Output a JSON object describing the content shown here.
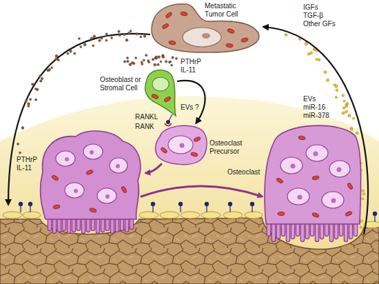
{
  "diagram": {
    "nodes": [
      {
        "text": [
          "Metastatic Tumor Cell"
        ]
      },
      {
        "text": [
          "Osteoblast or Stromal Cell"
        ]
      },
      {
        "text": [
          "Osteoclast Precursor"
        ]
      },
      {
        "text": [
          "Osteoclast"
        ]
      }
    ],
    "edges": [
      {
        "from": 1,
        "to": 2,
        "arrow": "to",
        "label": "EVs ?"
      },
      {
        "from": 3,
        "to": 0,
        "arrow": "to"
      }
    ],
    "labels": [
      "IGFs",
      "TGF-β",
      "Other GFs",
      "PTHrP",
      "IL-11",
      "RANKL",
      "RANK",
      "EVs",
      "miR-16",
      "miR-378",
      "PTHrP",
      "IL-11"
    ]
  }
}
